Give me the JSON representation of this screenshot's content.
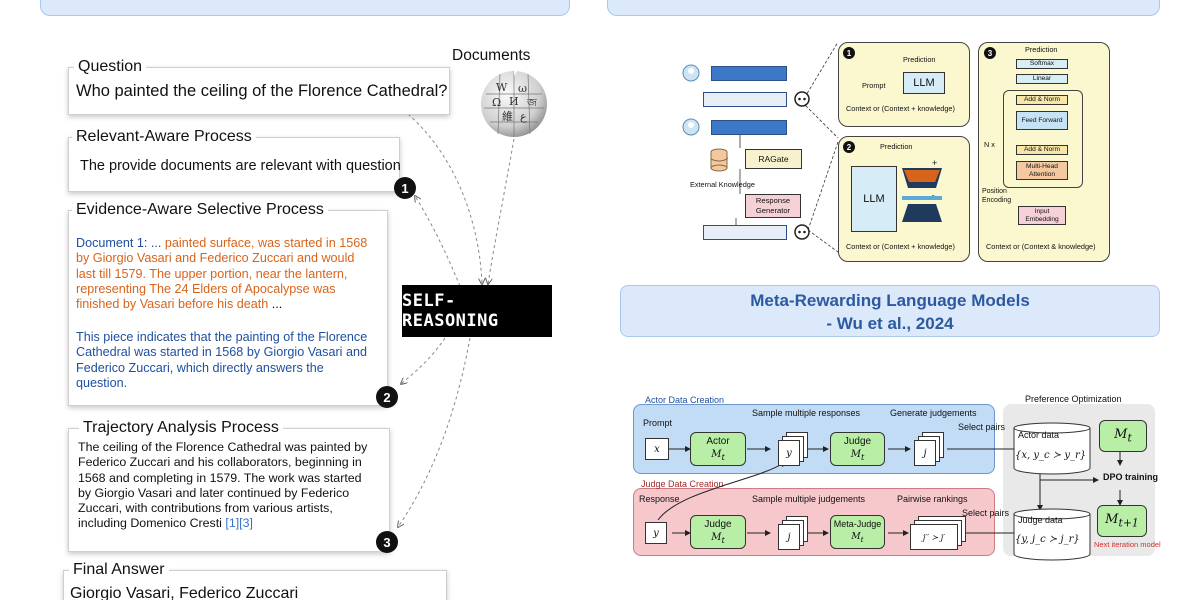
{
  "self_reasoning": {
    "documents_label": "Documents",
    "question_label": "Question",
    "question_text": "Who painted the ceiling of the Florence Cathedral?",
    "relevant_label": "Relevant-Aware Process",
    "relevant_text": "The provide documents are relevant with question",
    "evidence_label": "Evidence-Aware Selective Process",
    "evidence_doc_prefix": "Document 1: ...",
    "evidence_quote": "painted surface, was started in 1568 by Giorgio Vasari and Federico Zuccari and would last till 1579. The upper portion, near the lantern, representing The 24 Elders of Apocalypse was finished by Vasari before his death",
    "evidence_ellipsis": "...",
    "evidence_conclusion": "This piece indicates that the painting of the Florence Cathedral was started in 1568 by Giorgio Vasari and Federico Zuccari, which directly answers the question.",
    "trajectory_label": "Trajectory Analysis Process",
    "trajectory_text": "The ceiling of the Florence Cathedral was painted by Federico Zuccari and his collaborators, beginning in 1568 and completing in 1579. The work was started by Giorgio Vasari and later continued by Federico Zuccari, with contributions from various artists, including Domenico Cresti",
    "trajectory_refs": "[1][3]",
    "final_label": "Final Answer",
    "final_text": "Giorgio Vasari, Federico Zuccari",
    "center_label": "SELF-REASONING",
    "badges": [
      "1",
      "2",
      "3"
    ],
    "icons": [
      "wikipedia-globe-icon",
      "dashed-arrow-icon"
    ]
  },
  "ragate": {
    "external_knowledge": "External Knowledge",
    "ragate_label": "RAGate",
    "response_generator": "Response Generator",
    "panel1": {
      "num": "1",
      "prediction": "Prediction",
      "prompt": "Prompt",
      "llm": "LLM",
      "context": "Context or (Context + knowledge)"
    },
    "panel2": {
      "num": "2",
      "prediction": "Prediction",
      "llm": "LLM",
      "plus": "+",
      "r": "r",
      "context": "Context or (Context + knowledge)"
    },
    "panel3": {
      "num": "3",
      "prediction": "Prediction",
      "softmax": "Softmax",
      "linear": "Linear",
      "add_norm_1": "Add & Norm",
      "feed_forward": "Feed Forward",
      "add_norm_2": "Add & Norm",
      "multi_head": "Multi-Head Attention",
      "nx": "N x",
      "position_encoding": "Position Encoding",
      "input_embedding": "Input Embedding",
      "context": "Context or (Context & knowledge)"
    },
    "colors": {
      "bar_blue": "#3d78c8",
      "panel_yellow": "#fbf7cf"
    }
  },
  "meta_rewarding": {
    "title_line1": "Meta-Rewarding Language Models",
    "title_line2": "- Wu et al., 2024",
    "actor_lane_label": "Actor Data Creation",
    "judge_lane_label": "Judge Data Creation",
    "preference_label": "Preference Optimization",
    "prompt": "Prompt",
    "response": "Response",
    "sample_responses": "Sample multiple responses",
    "generate_judgements": "Generate judgements",
    "select_pairs_1": "Select pairs",
    "sample_judgements": "Sample multiple judgements",
    "pairwise_rankings": "Pairwise rankings",
    "select_pairs_2": "Select pairs",
    "actor": "Actor",
    "judge": "Judge",
    "meta_judge": "Meta-Judge",
    "judge2": "Judge",
    "mt": "M",
    "t_sub": "t",
    "x_sym": "x",
    "y_sym": "y",
    "j_sym": "j",
    "ranking_sym": "j′′ ≻ j′",
    "actor_data": "Actor data",
    "actor_data_set": "{x, y_c ≻ y_r}",
    "judge_data": "Judge data",
    "judge_data_set": "{y, j_c ≻ j_r}",
    "dpo_training": "DPO training",
    "next_model": "M",
    "next_sub": "t+1",
    "next_iteration": "Next iteration model",
    "colors": {
      "actor_lane": "#c2dcf6",
      "judge_lane": "#f6c8cc",
      "model_green": "#b9eea6",
      "next_iteration_red": "#d0312d"
    }
  }
}
